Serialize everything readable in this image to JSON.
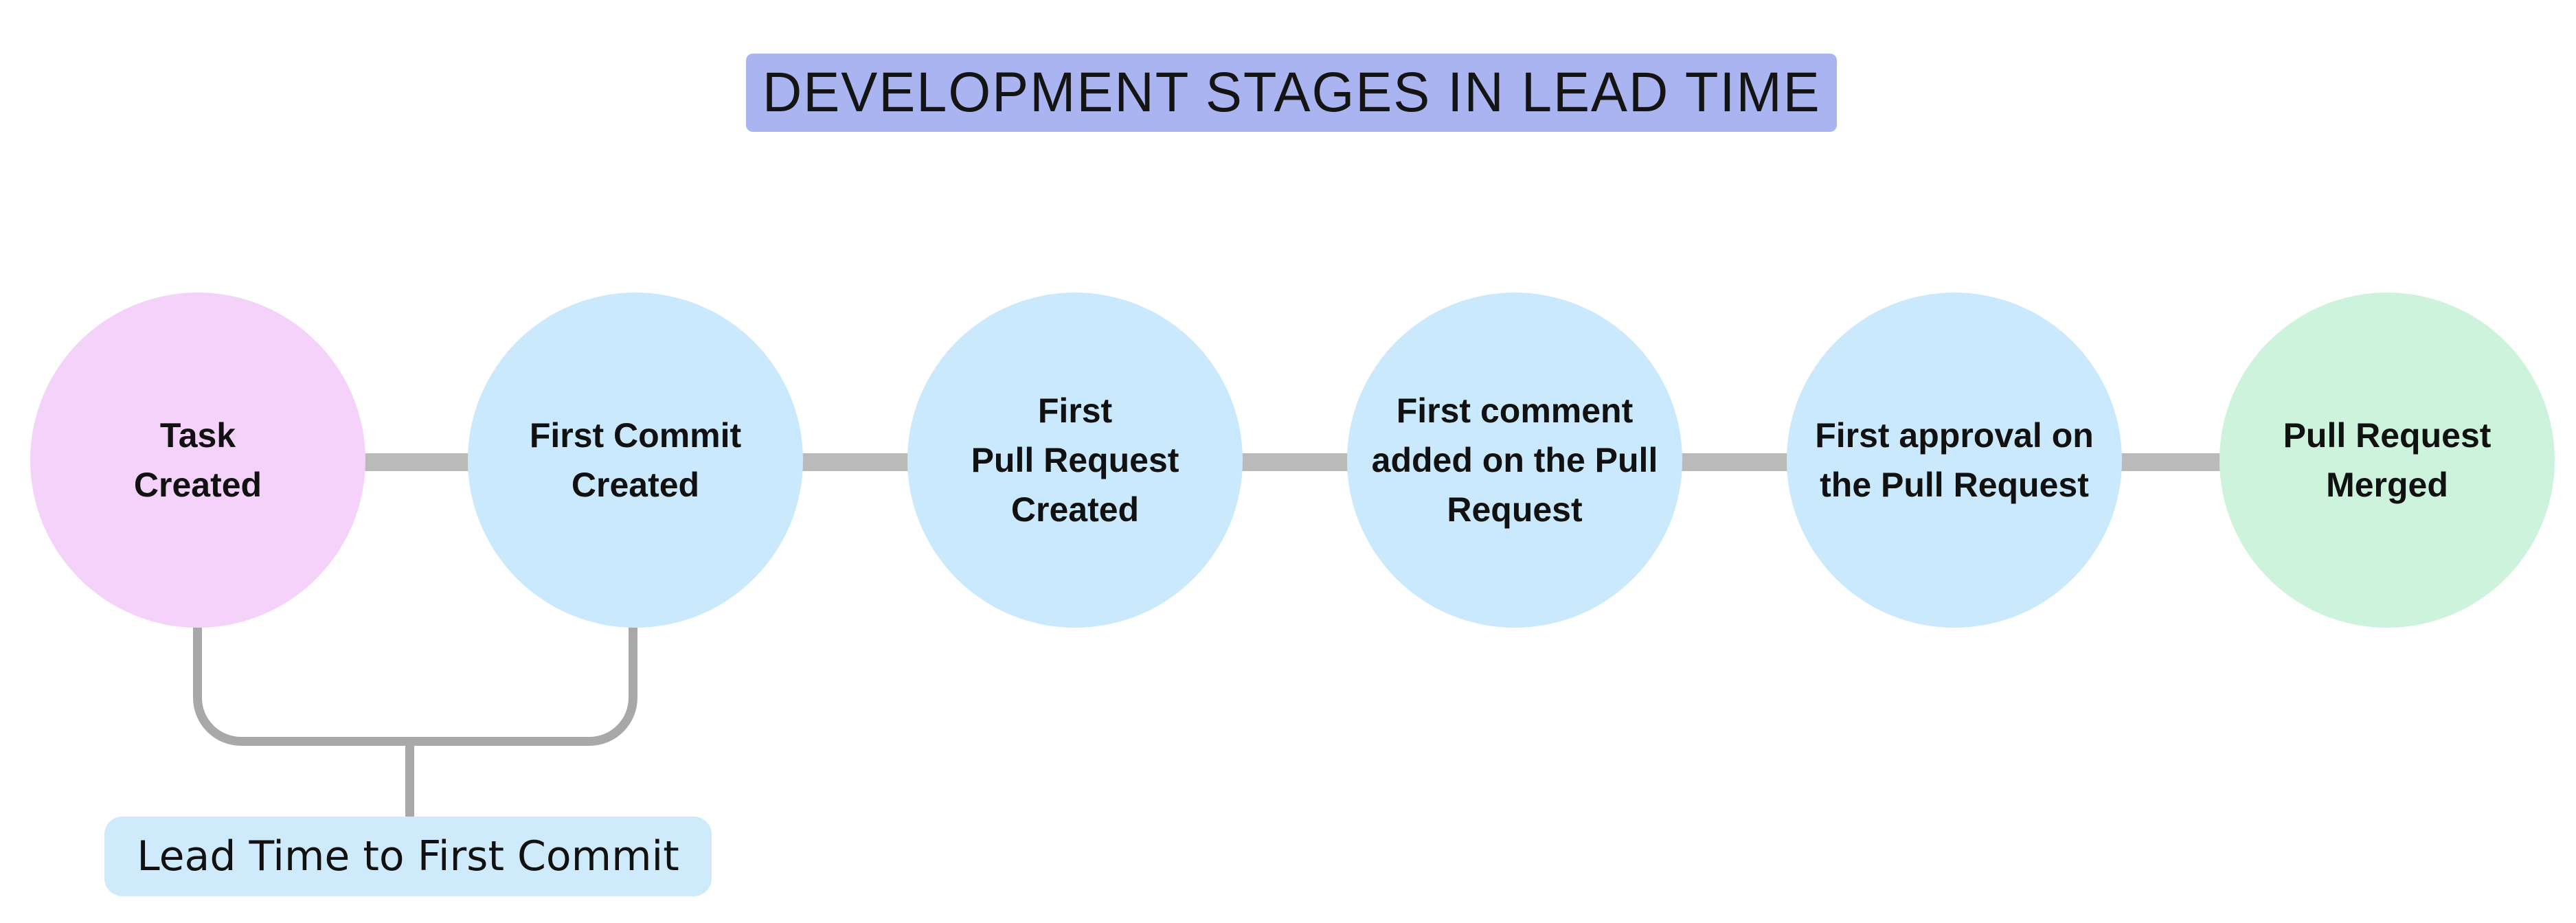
{
  "title": {
    "text": "DEVELOPMENT STAGES IN LEAD TIME",
    "bg_color": "#a9b4f0"
  },
  "nodes": [
    {
      "id": "task-created",
      "lines": [
        "Task",
        "Created"
      ],
      "color": "#f4d2fa"
    },
    {
      "id": "first-commit-created",
      "lines": [
        "First Commit",
        "Created"
      ],
      "color": "#cae9fc"
    },
    {
      "id": "first-pull-request-created",
      "lines": [
        "First",
        "Pull Request",
        "Created"
      ],
      "color": "#cae9fc"
    },
    {
      "id": "first-comment-added",
      "lines": [
        "First comment",
        "added on the Pull",
        "Request"
      ],
      "color": "#cae9fc"
    },
    {
      "id": "first-approval",
      "lines": [
        "First approval on",
        "the Pull Request"
      ],
      "color": "#cae9fc"
    },
    {
      "id": "pull-request-merged",
      "lines": [
        "Pull Request",
        "Merged"
      ],
      "color": "#cdf3dd"
    }
  ],
  "annotation": {
    "label": "Lead Time to First Commit",
    "bg_color": "#cfeafa"
  },
  "colors": {
    "connector": "#bababa",
    "bracket": "#a8a8a8",
    "text": "#111111"
  }
}
